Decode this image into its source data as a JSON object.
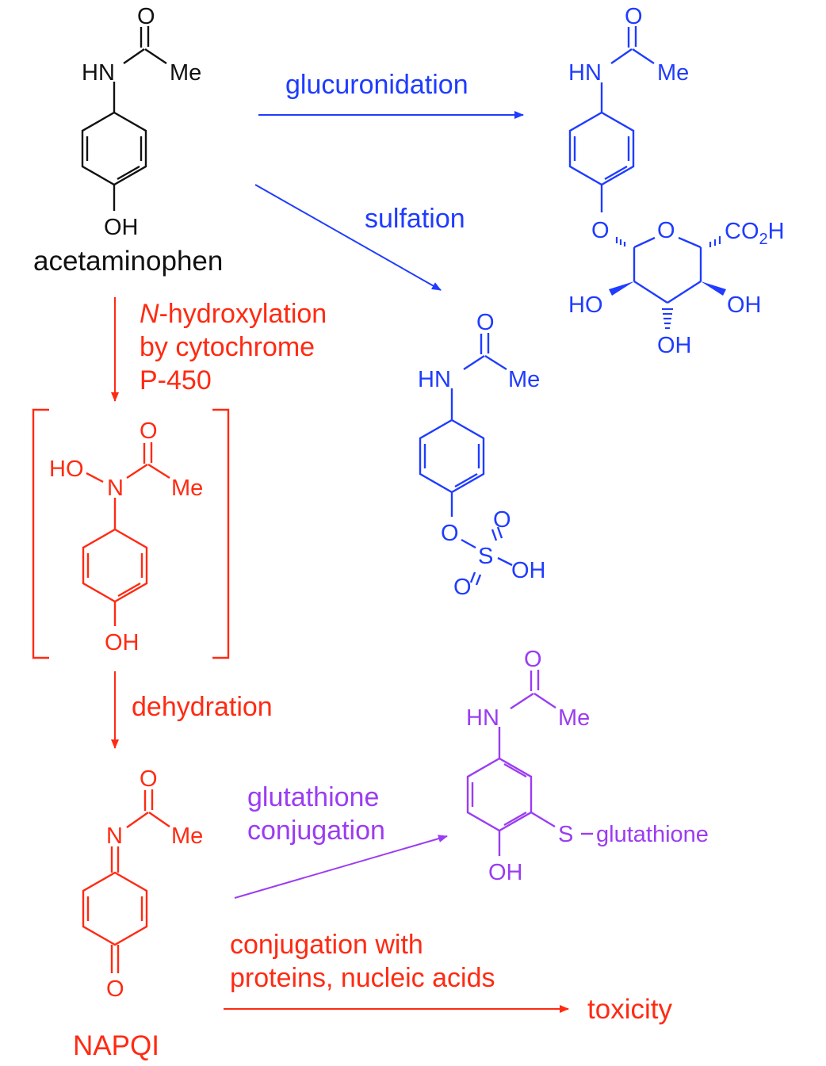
{
  "colors": {
    "black": "#111111",
    "blue": "#1f3cff",
    "red": "#ff2a12",
    "purple": "#9b3cf2"
  },
  "atoms": {
    "O": "O",
    "HN": "HN",
    "N": "N",
    "Me": "Me",
    "OH": "OH",
    "HO": "HO",
    "S": "S",
    "CO": "CO",
    "two": "2",
    "H": "H"
  },
  "compounds": {
    "acetaminophen": "acetaminophen",
    "napqi": "NAPQI",
    "s_glutathione": "glutathione"
  },
  "arrows": {
    "glucuronidation": "glucuronidation",
    "sulfation": "sulfation",
    "n_hydroxylation_italic": "N",
    "n_hydroxylation_line1": "-hydroxylation",
    "n_hydroxylation_line2": "by cytochrome",
    "n_hydroxylation_line3": "P-450",
    "dehydration": "dehydration",
    "glutathione_line1": "glutathione",
    "glutathione_line2": "conjugation",
    "proteins_line1": "conjugation with",
    "proteins_line2": "proteins, nucleic acids"
  },
  "outcome": {
    "toxicity": "toxicity"
  }
}
